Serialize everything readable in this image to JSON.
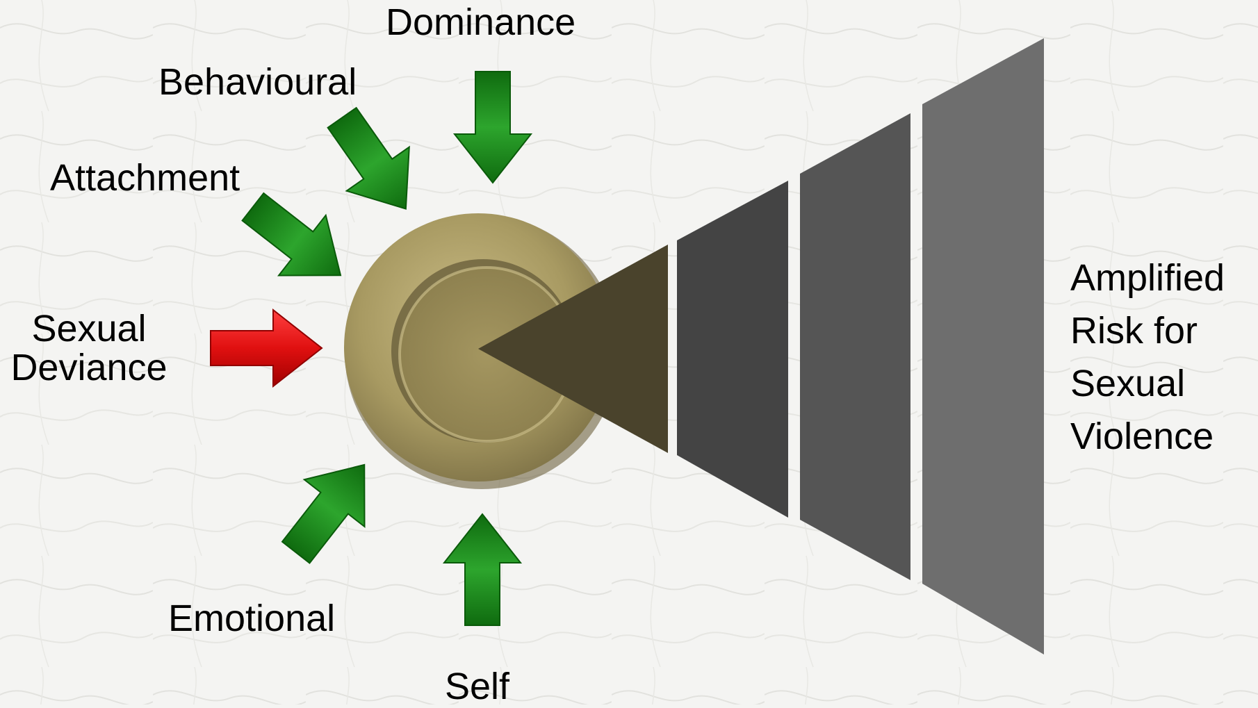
{
  "labels": {
    "dominance": "Dominance",
    "behavioural": "Behavioural",
    "attachment": "Attachment",
    "sexual_deviance": [
      "Sexual",
      "Deviance"
    ],
    "emotional": "Emotional",
    "self": "Self",
    "outcome": [
      "Amplified",
      "Risk for",
      "Sexual",
      "Violence"
    ]
  },
  "colors": {
    "background": "#f4f4f2",
    "protective_arrow": "#1f8a1f",
    "risk_arrow": "#e01010",
    "core_button": "#a89a62",
    "cone_tip": "#4a432c",
    "band_1": "#444444",
    "band_2": "#555555",
    "band_3": "#6e6e6e"
  },
  "icons": {
    "protective_arrow": "green-arrow-icon",
    "risk_arrow": "red-arrow-icon",
    "core": "core-button-icon"
  }
}
